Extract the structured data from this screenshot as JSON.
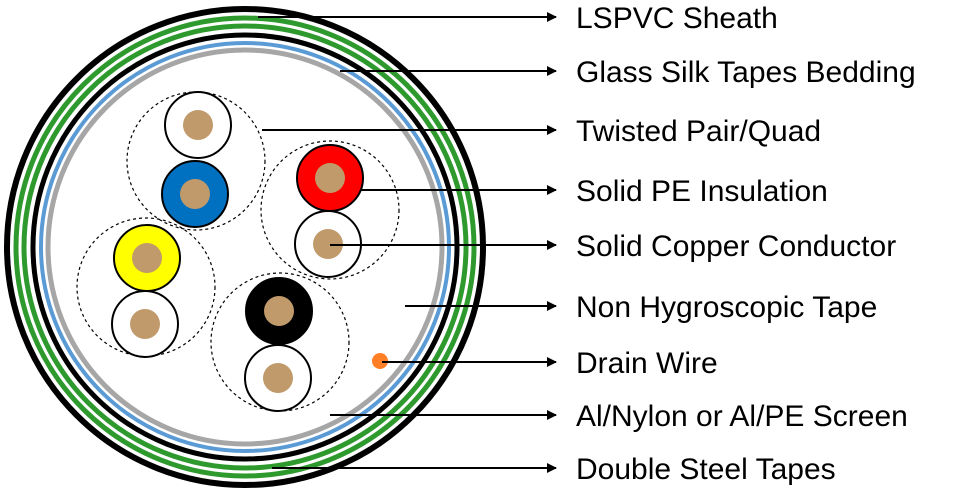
{
  "labels": [
    "LSPVC Sheath",
    "Glass Silk Tapes Bedding",
    "Twisted Pair/Quad",
    "Solid PE Insulation",
    "Solid Copper Conductor",
    "Non Hygroscopic Tape",
    "Drain Wire",
    "Al/Nylon or Al/PE Screen",
    "Double Steel Tapes"
  ],
  "colors": {
    "sheath": "#000000",
    "steel_tape": "#2e9a2e",
    "screen": "#5b9bd5",
    "non_hygroscopic_tape": "#a6a6a6",
    "copper": "#c19a6b",
    "drain_wire": "#ff7f27",
    "insulation_white": "#ffffff",
    "insulation_blue": "#0070c0",
    "insulation_red": "#ff0000",
    "insulation_yellow": "#ffff00",
    "insulation_black": "#000000"
  }
}
